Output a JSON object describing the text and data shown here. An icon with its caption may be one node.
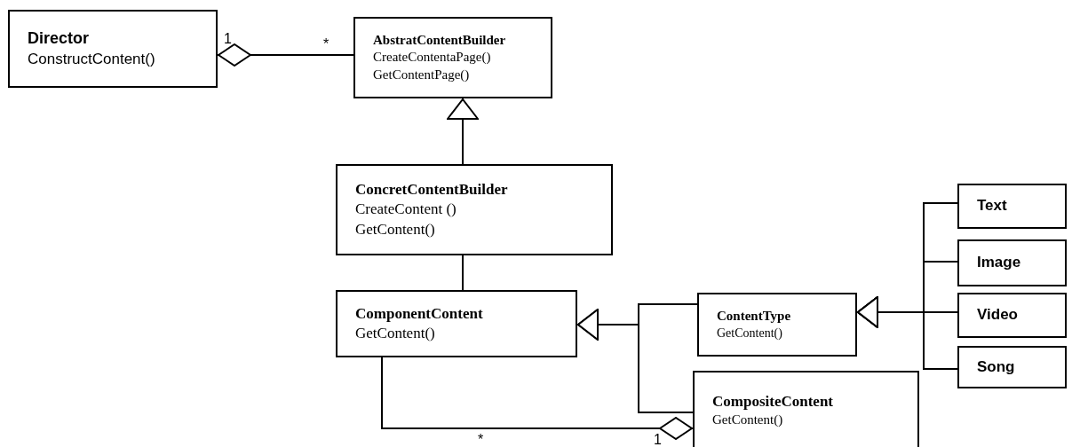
{
  "diagram": {
    "nodes": [
      {
        "text": [
          "Director",
          "ConstructContent()"
        ]
      },
      {
        "text": [
          "AbstratContentBuilder",
          "CreateContentaPage()",
          "GetContentPage()"
        ]
      },
      {
        "text": [
          "ConcretContentBuilder",
          "CreateContent ()",
          "GetContent()"
        ]
      },
      {
        "text": [
          "ComponentContent",
          "GetContent()"
        ]
      },
      {
        "text": [
          "ContentType",
          "GetContent()"
        ]
      },
      {
        "text": [
          "Text"
        ]
      },
      {
        "text": [
          "Image"
        ]
      },
      {
        "text": [
          "Video"
        ]
      },
      {
        "text": [
          "Song"
        ]
      },
      {
        "text": [
          "CompositeContent",
          "GetContent()"
        ]
      }
    ],
    "edges": [
      {
        "from": 0,
        "to": 1,
        "arrow": "other"
      },
      {
        "from": 2,
        "to": 1,
        "arrow": "to"
      },
      {
        "from": 2,
        "to": 3,
        "arrow": "none"
      },
      {
        "from": 4,
        "to": 3,
        "arrow": "to"
      },
      {
        "from": 9,
        "to": 3,
        "arrow": "to"
      },
      {
        "from": 5,
        "to": 4,
        "arrow": "to"
      },
      {
        "from": 6,
        "to": 4,
        "arrow": "to"
      },
      {
        "from": 7,
        "to": 4,
        "arrow": "to"
      },
      {
        "from": 8,
        "to": 4,
        "arrow": "to"
      },
      {
        "from": 9,
        "to": 3,
        "arrow": "other"
      }
    ],
    "labels": [
      "1",
      "*",
      "*",
      "1"
    ]
  }
}
